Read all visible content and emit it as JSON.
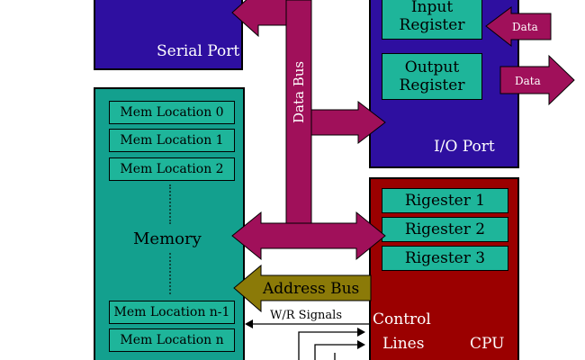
{
  "serial_port": {
    "title": "Serial Port"
  },
  "memory": {
    "title": "Memory",
    "top_locations": [
      "Mem Location 0",
      "Mem Location 1",
      "Mem Location 2"
    ],
    "bottom_locations": [
      "Mem Location n-1",
      "Mem Location n"
    ]
  },
  "io_port": {
    "title": "I/O Port",
    "input_register": [
      "Input",
      "Register"
    ],
    "output_register": [
      "Output",
      "Register"
    ],
    "data_in": "Data",
    "data_out": "Data"
  },
  "cpu": {
    "title": "CPU",
    "registers": [
      "Rigester 1",
      "Rigester 2",
      "Rigester 3"
    ],
    "control_lines": [
      "Control",
      "Lines"
    ]
  },
  "buses": {
    "data_bus": "Data Bus",
    "address_bus": "Address Bus",
    "wr_signals": "W/R Signals"
  },
  "colors": {
    "purple_block": "#2e0fa0",
    "teal_block": "#13a08e",
    "register_fill": "#1eb59a",
    "cpu_block": "#9b0000",
    "bus": "#a0105a",
    "address_bus": "#8b7a08"
  }
}
